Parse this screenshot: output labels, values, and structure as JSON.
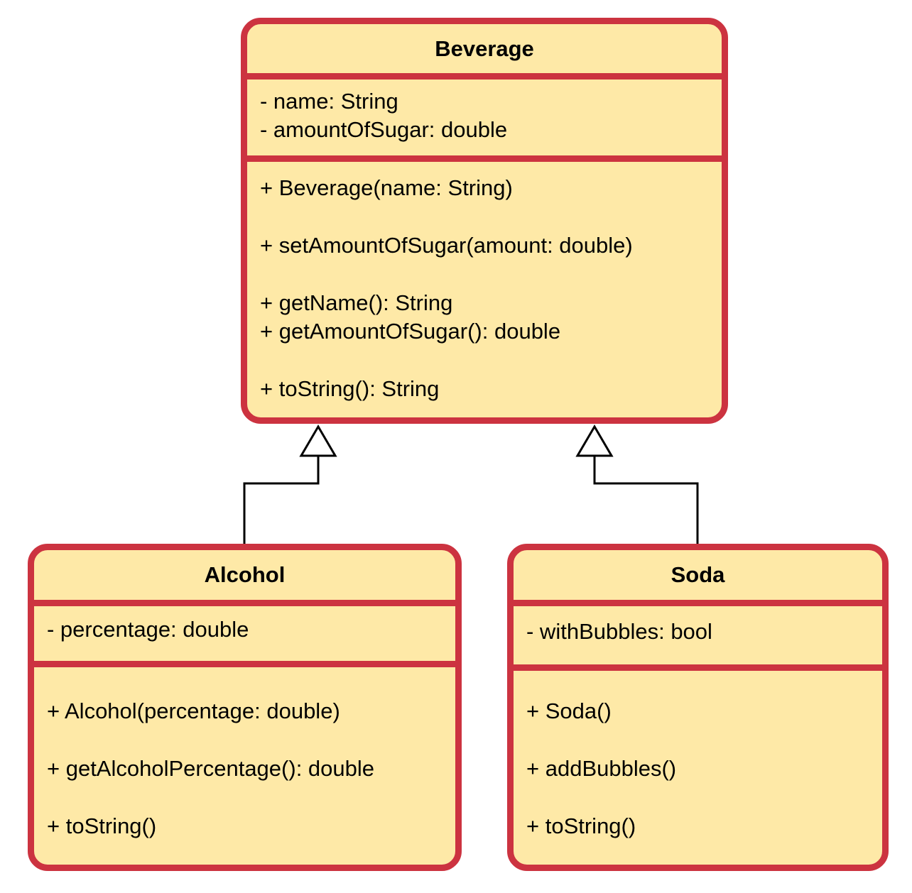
{
  "colors": {
    "class_fill": "#fee9a7",
    "class_border": "#cc3340",
    "connector": "#000000"
  },
  "classes": {
    "beverage": {
      "name": "Beverage",
      "attributes": [
        "- name: String",
        "- amountOfSugar: double"
      ],
      "methods": [
        "+ Beverage(name: String)",
        "+ setAmountOfSugar(amount: double)",
        "+ getName(): String",
        "+ getAmountOfSugar(): double",
        "+ toString(): String"
      ]
    },
    "alcohol": {
      "name": "Alcohol",
      "attributes": [
        "- percentage: double"
      ],
      "methods": [
        "+ Alcohol(percentage: double)",
        "+ getAlcoholPercentage(): double",
        "+ toString()"
      ]
    },
    "soda": {
      "name": "Soda",
      "attributes": [
        "- withBubbles: bool"
      ],
      "methods": [
        "+ Soda()",
        "+ addBubbles()",
        "+ toString()"
      ]
    }
  },
  "relations": [
    {
      "type": "generalization",
      "from": "Alcohol",
      "to": "Beverage"
    },
    {
      "type": "generalization",
      "from": "Soda",
      "to": "Beverage"
    }
  ]
}
